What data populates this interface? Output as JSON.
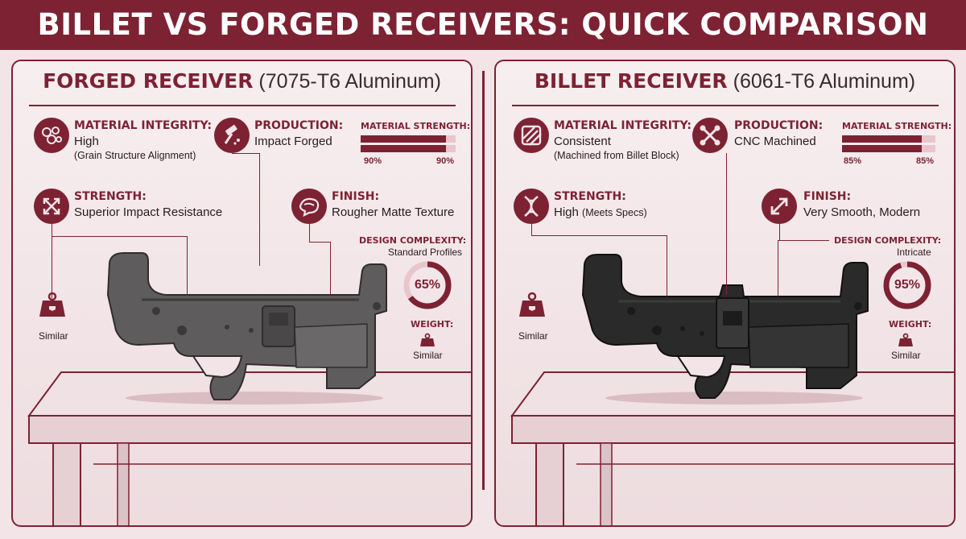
{
  "header": {
    "title": "BILLET VS FORGED RECEIVERS: QUICK COMPARISON"
  },
  "colors": {
    "accent": "#7d2233",
    "accent_light": "#e9c6cc",
    "background": "#f2e4e7"
  },
  "panels": [
    {
      "id": "forged",
      "title_bold": "FORGED RECEIVER",
      "title_rest": "(7075-T6 Aluminum)",
      "material_integrity": {
        "label": "MATERIAL INTEGRITY:",
        "value": "High",
        "detail": "(Grain Structure Alignment)",
        "icon": "grain-icon"
      },
      "production": {
        "label": "PRODUCTION:",
        "value": "Impact Forged",
        "icon": "hammer-icon"
      },
      "material_strength": {
        "label": "MATERIAL STRENGTH:",
        "percent": 90,
        "left_label": "90%",
        "right_label": "90%"
      },
      "strength": {
        "label": "STRENGTH:",
        "value": "Superior Impact Resistance",
        "icon": "arrows-out-icon"
      },
      "finish": {
        "label": "FINISH:",
        "value": "Rougher Matte Texture",
        "icon": "texture-icon"
      },
      "design_complexity": {
        "label": "DESIGN COMPLEXITY:",
        "value": "Standard Profiles",
        "percent": 65,
        "percent_label": "65%"
      },
      "weight_left": {
        "value": "Similar",
        "icon": "weight-icon"
      },
      "weight_right": {
        "label": "WEIGHT:",
        "value": "Similar",
        "icon": "weight-icon"
      }
    },
    {
      "id": "billet",
      "title_bold": "BILLET RECEIVER",
      "title_rest": "(6061-T6 Aluminum)",
      "material_integrity": {
        "label": "MATERIAL INTEGRITY:",
        "value": "Consistent",
        "detail": "(Machined from Billet Block)",
        "icon": "billet-block-icon"
      },
      "production": {
        "label": "PRODUCTION:",
        "value": "CNC Machined",
        "icon": "tools-icon"
      },
      "material_strength": {
        "label": "MATERIAL STRENGTH:",
        "percent": 85,
        "left_label": "85%",
        "right_label": "85%"
      },
      "strength": {
        "label": "STRENGTH:",
        "value": "High",
        "detail": "(Meets Specs)",
        "icon": "dna-icon"
      },
      "finish": {
        "label": "FINISH:",
        "value": "Very Smooth, Modern",
        "icon": "diagonal-arrow-icon"
      },
      "design_complexity": {
        "label": "DESIGN COMPLEXITY:",
        "value": "Intricate",
        "percent": 95,
        "percent_label": "95%"
      },
      "weight_left": {
        "value": "Similar",
        "icon": "weight-icon"
      },
      "weight_right": {
        "label": "WEIGHT:",
        "value": "Similar",
        "icon": "weight-icon"
      }
    }
  ]
}
